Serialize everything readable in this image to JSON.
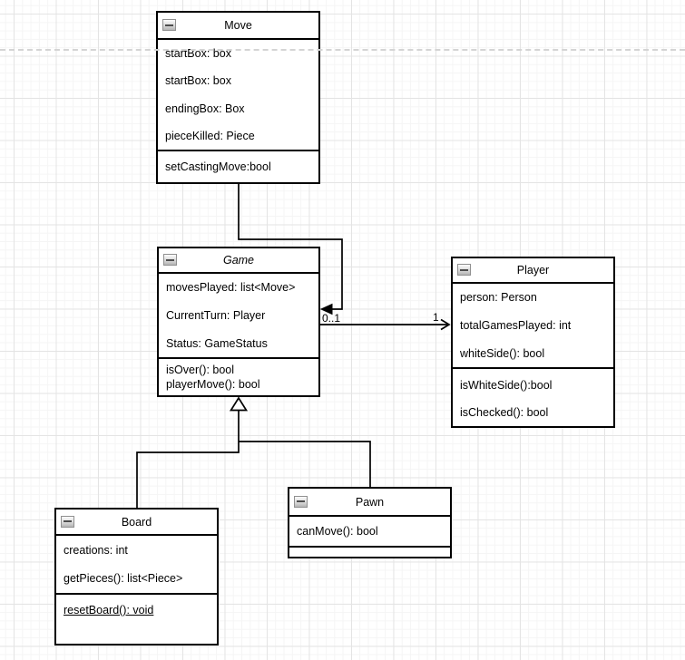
{
  "diagram": {
    "classes": [
      {
        "id": "move",
        "title": "Move",
        "attributes": [
          "startBox: box",
          "startBox: box",
          "endingBox: Box",
          "pieceKilled: Piece"
        ],
        "methods": [
          "setCastingMove:bool"
        ]
      },
      {
        "id": "game",
        "title": "Game",
        "attributes": [
          "movesPlayed: list<Move>",
          "CurrentTurn: Player",
          "Status: GameStatus"
        ],
        "methods": [
          "isOver(): bool",
          "playerMove(): bool"
        ]
      },
      {
        "id": "player",
        "title": "Player",
        "attributes": [
          "person: Person",
          "totalGamesPlayed: int",
          "whiteSide(): bool"
        ],
        "methods": [
          "isWhiteSide():bool",
          "isChecked(): bool"
        ]
      },
      {
        "id": "board",
        "title": "Board",
        "attributes": [
          "creations: int",
          "getPieces(): list<Piece>"
        ],
        "methods": [
          "resetBoard(): void"
        ]
      },
      {
        "id": "pawn",
        "title": "Pawn",
        "attributes": [
          "canMove(): bool"
        ],
        "methods": []
      }
    ],
    "edges": {
      "game_player": {
        "source_label": "0..1",
        "target_label": "1"
      }
    },
    "icons": {
      "collapse": "collapse-minus-icon"
    },
    "colors": {
      "stroke": "#000000",
      "fill": "#ffffff",
      "grid_minor": "#f5f5f5",
      "grid_major": "#e4e4e4",
      "page_separator": "#d4d4d4"
    }
  }
}
